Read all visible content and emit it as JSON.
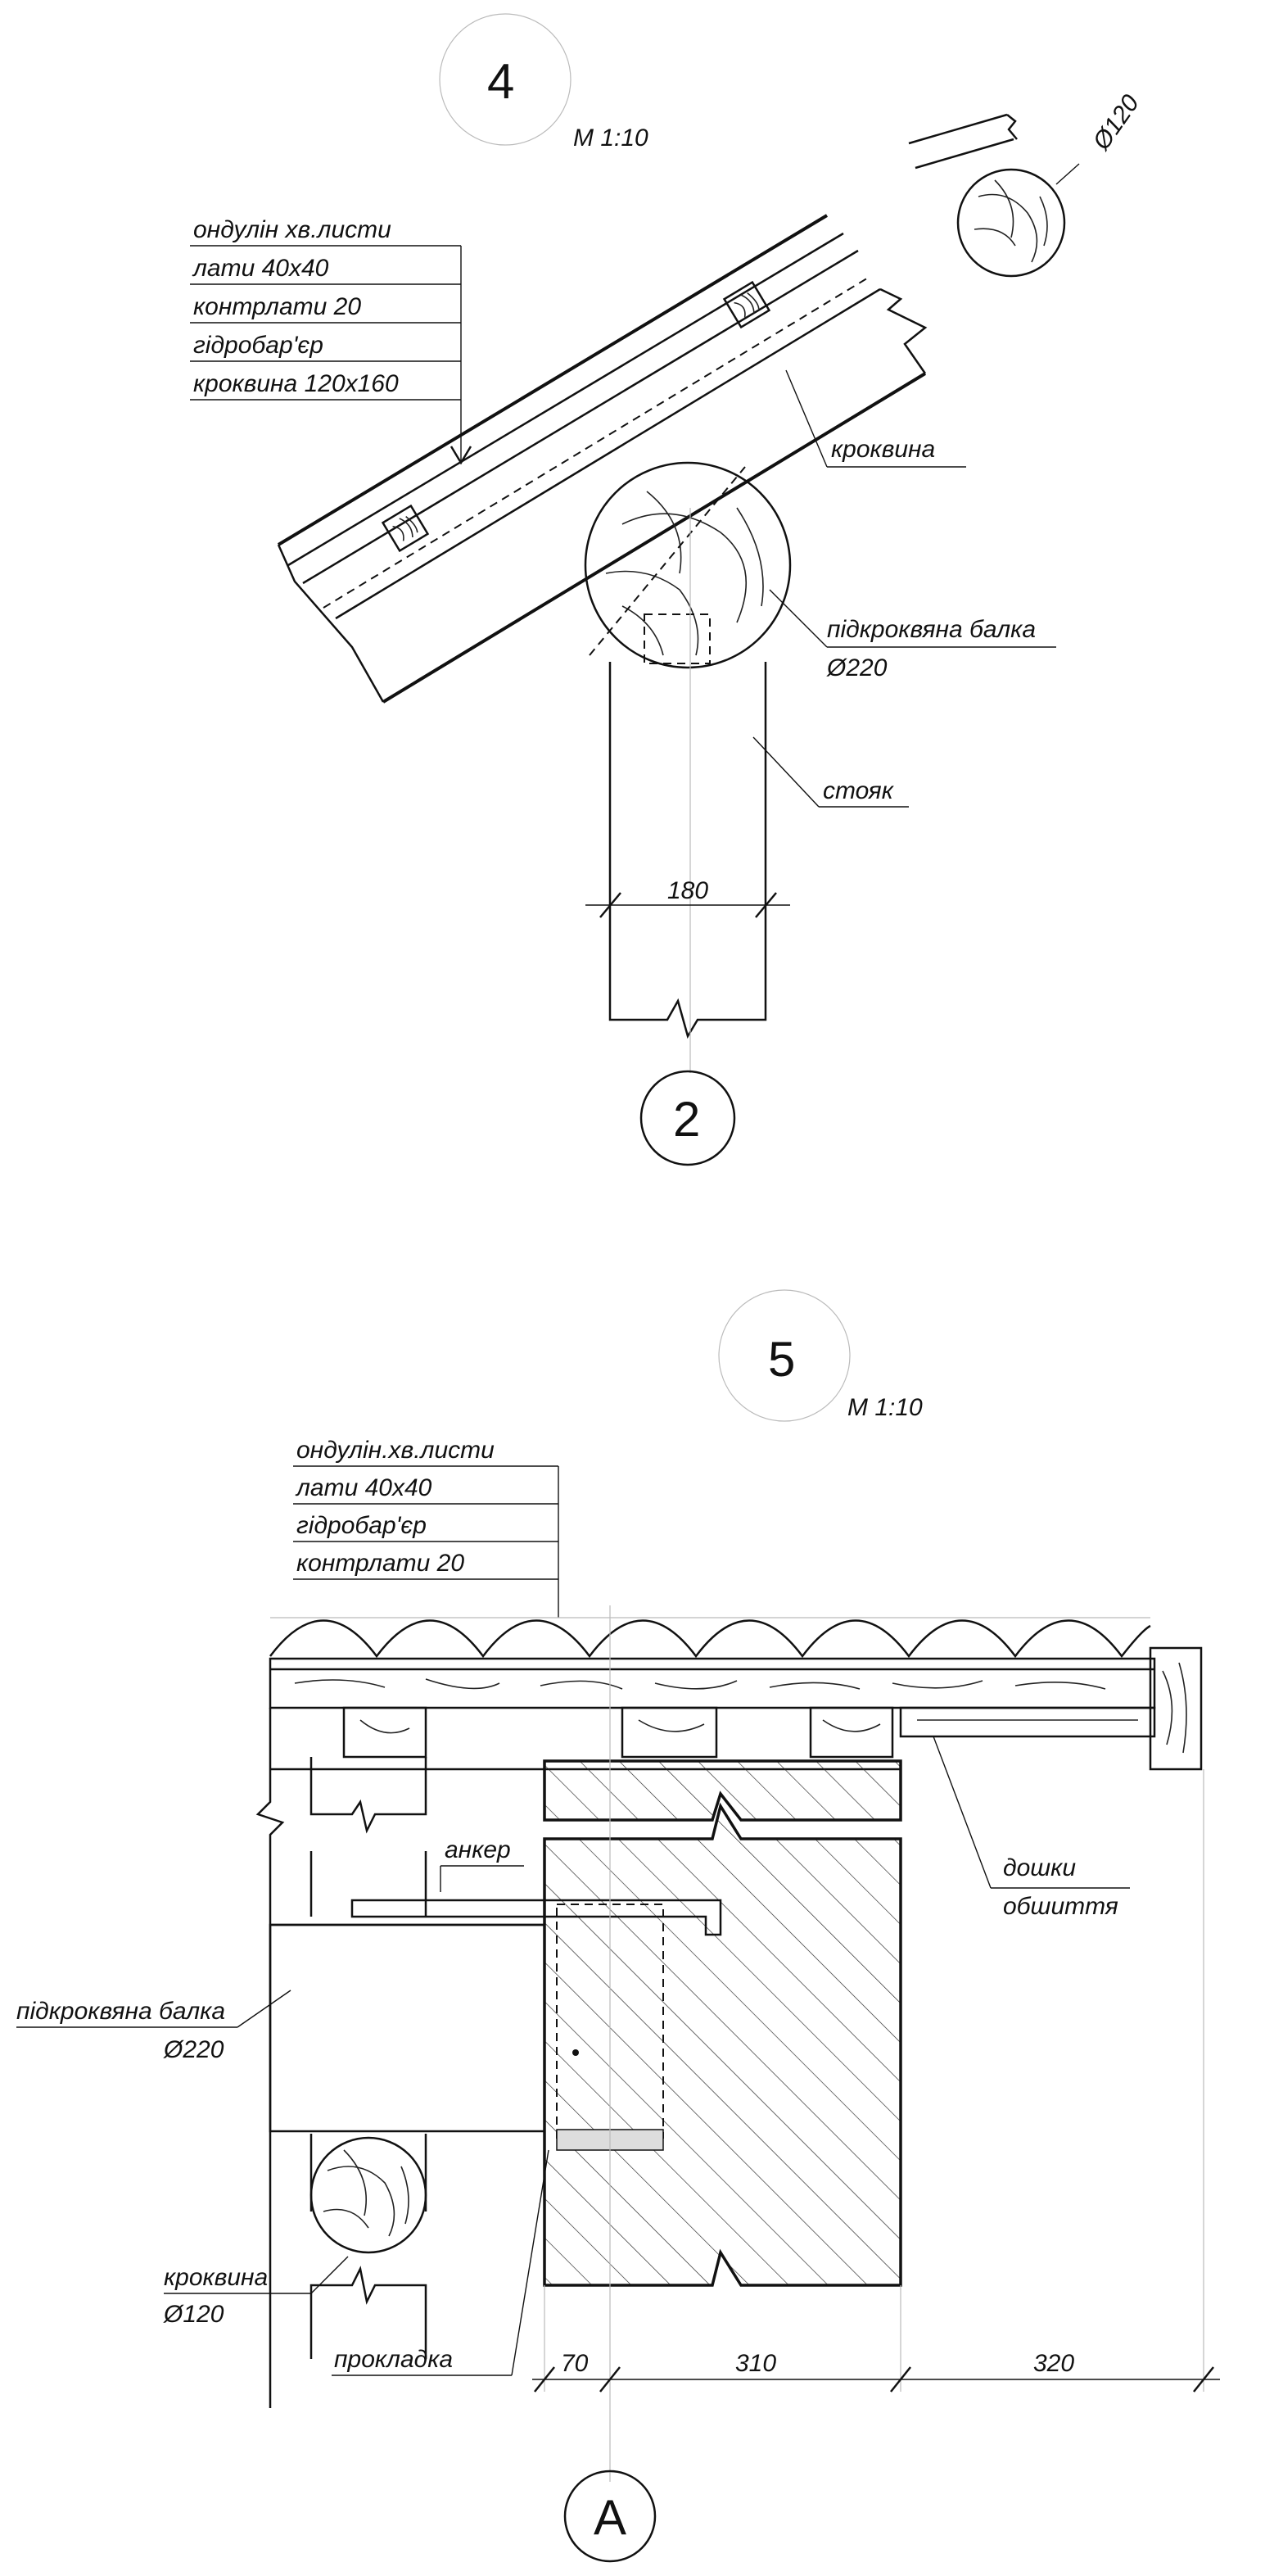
{
  "detail4": {
    "number": "4",
    "scale": "M 1:10",
    "layers": [
      "ондулін хв.листи",
      "лати 40х40",
      "контрлати 20",
      "гідробар'єр",
      "кроквина 120х160"
    ],
    "label_rafter": "кроквина",
    "label_beam_1": "підкроквяна балка",
    "label_beam_2": "Ø220",
    "label_post": "стояк",
    "dim_post": "180",
    "small_log_dia": "Ø120",
    "axis_mark": "2"
  },
  "detail5": {
    "number": "5",
    "scale": "M 1:10",
    "layers": [
      "ондулін.хв.листи",
      "лати 40х40",
      "гідробар'єр",
      "контрлати 20"
    ],
    "label_anchor": "анкер",
    "label_boards_1": "дошки",
    "label_boards_2": "обшиття",
    "label_beam_1": "підкроквяна балка",
    "label_beam_2": "Ø220",
    "label_rafter_1": "кроквина",
    "label_rafter_2": "Ø120",
    "label_pad": "прокладка",
    "dims": [
      "70",
      "310",
      "320"
    ],
    "axis_mark": "A"
  }
}
